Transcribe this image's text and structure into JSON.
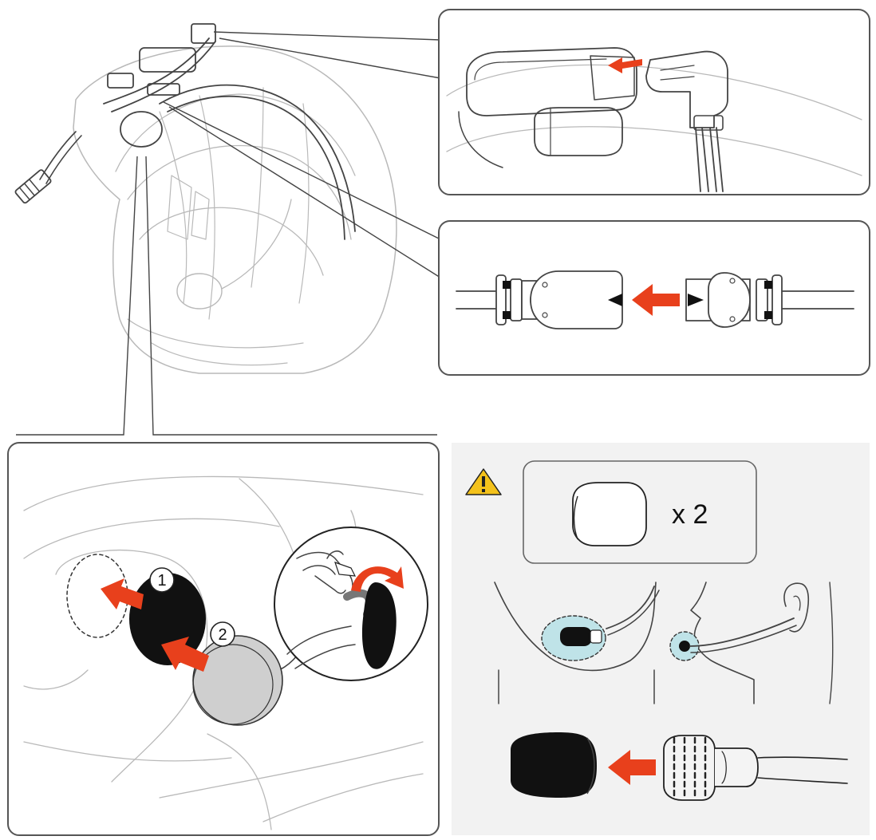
{
  "steps": {
    "step1_marker": "1",
    "step2_marker": "2"
  },
  "kit": {
    "quantity_label": "x 2"
  },
  "colors": {
    "arrow": "#e8401c",
    "line": "#444444",
    "light_line": "#b9b9b9",
    "panel_border": "#555555",
    "gray_panel": "#f2f2f2",
    "pad_black": "#111111",
    "speaker_gray": "#cfcfcf",
    "highlight": "#bfe3e8",
    "warning": "#f4c21b"
  },
  "icons": {
    "warning": "warning-triangle-icon",
    "push_arrow": "arrow-icon",
    "rotate_arrow": "curved-arrow-icon"
  }
}
